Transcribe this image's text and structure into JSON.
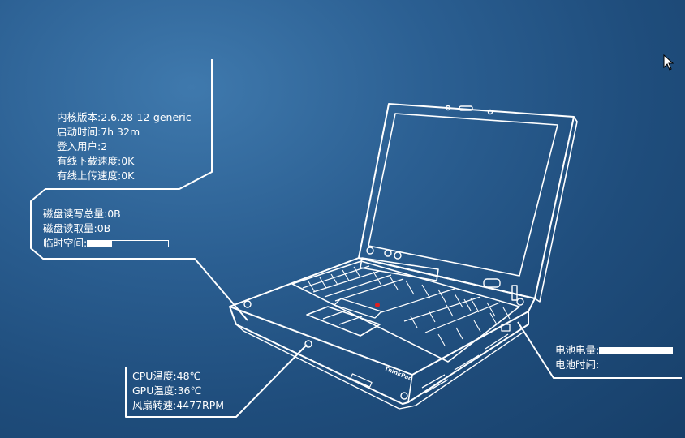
{
  "system_panel": {
    "kernel": "内核版本:2.6.28-12-generic",
    "uptime": "启动时间:7h 32m",
    "users": "登入用户:2",
    "wired_down": "有线下载速度:0K",
    "wired_up": "有线上传速度:0K"
  },
  "disk_panel": {
    "rw_total": "磁盘读写总量:0B",
    "read": "磁盘读取量:0B",
    "tmp_label": "临时空间:",
    "tmp_usage": 0.3
  },
  "temp_panel": {
    "cpu": "CPU温度:48℃",
    "gpu": "GPU温度:36℃",
    "fan": "风扇转速:4477RPM"
  },
  "battery_panel": {
    "charge_label": "电池电量:",
    "charge_level": 1.0,
    "time_label": "电池时间:"
  },
  "laptop_brand": "ThinkPad",
  "colors": {
    "background": "#2b5f92",
    "line": "#ffffff",
    "trackpoint": "#e02020"
  }
}
